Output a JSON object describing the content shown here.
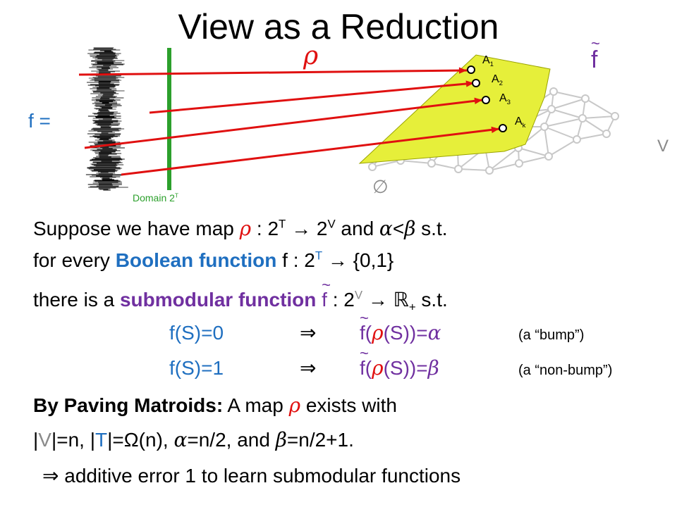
{
  "title": "View as a Reduction",
  "figure": {
    "f_eq": "f =",
    "rho": "ρ",
    "ftilde": "f",
    "tilde_mark": "~",
    "domain_label": "Domain 2",
    "domain_sup": "T",
    "empty_set": "∅",
    "v_label": "V",
    "points": [
      {
        "label": "A",
        "sub": "1"
      },
      {
        "label": "A",
        "sub": "2"
      },
      {
        "label": "A",
        "sub": "3"
      },
      {
        "label": "A",
        "sub": "k"
      }
    ],
    "colors": {
      "arrow": "#e01010",
      "plane": "#e6ef3a",
      "domain_bar": "#2ca02c",
      "lattice": "#c8c8c8"
    }
  },
  "text": {
    "line1": {
      "a": "Suppose we have map ",
      "rho": "ρ",
      "b": " : 2",
      "sup1": "T",
      "c": " → 2",
      "sup2": "V",
      "d": " and ",
      "alpha": "α",
      "lt": "<",
      "beta": "β",
      "e": " s.t."
    },
    "line2": {
      "a": "for every ",
      "bold": "Boolean function",
      "b": " f : 2",
      "sup": "T",
      "c": " → {0,1}"
    },
    "line3": {
      "a": "there is a ",
      "bold": "submodular function",
      "f": "f",
      "b": " : 2",
      "sup": "V",
      "c": " → ",
      "reals": "ℝ",
      "sub": "+",
      "d": " s.t."
    },
    "case0": {
      "lhs": "f(S)=0",
      "implies": "⇒",
      "f": "f",
      "mid": "(",
      "rho": "ρ",
      "rest": "(S))=",
      "val": "α",
      "note": "(a “bump”)"
    },
    "case1": {
      "lhs": "f(S)=1",
      "implies": "⇒",
      "f": "f",
      "mid": "(",
      "rho": "ρ",
      "rest": "(S))=",
      "val": "β",
      "note": "(a “non-bump”)"
    },
    "line6": {
      "bold": "By Paving Matroids:",
      "a": " A map ",
      "rho": "ρ",
      "b": " exists with"
    },
    "line7": {
      "a": "|",
      "v": "V",
      "b": "|=n, |",
      "t": "T",
      "c": "|=",
      "omega": "Ω",
      "d": "(n), ",
      "alpha": "α",
      "e": "=n/2, and ",
      "beta": "β",
      "f": "=n/2+1."
    },
    "line8": {
      "implies": "⇒",
      "a": " additive error 1 to learn submodular functions"
    }
  }
}
